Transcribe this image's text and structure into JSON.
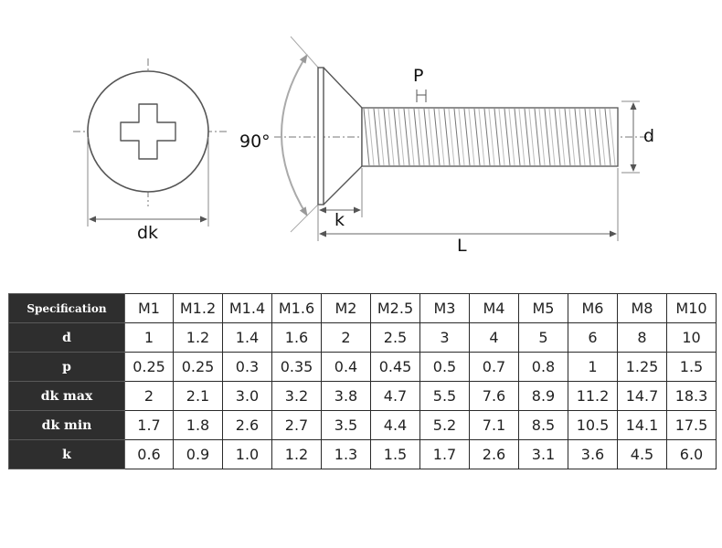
{
  "drawing": {
    "labels": {
      "dk": "dk",
      "angle": "90°",
      "k": "k",
      "pitch": "P",
      "diameter": "d",
      "length": "L"
    }
  },
  "table": {
    "header_label": "Specification",
    "sizes": [
      "M1",
      "M1.2",
      "M1.4",
      "M1.6",
      "M2",
      "M2.5",
      "M3",
      "M4",
      "M5",
      "M6",
      "M8",
      "M10"
    ],
    "rows": [
      {
        "label": "d",
        "values": [
          "1",
          "1.2",
          "1.4",
          "1.6",
          "2",
          "2.5",
          "3",
          "4",
          "5",
          "6",
          "8",
          "10"
        ]
      },
      {
        "label": "p",
        "values": [
          "0.25",
          "0.25",
          "0.3",
          "0.35",
          "0.4",
          "0.45",
          "0.5",
          "0.7",
          "0.8",
          "1",
          "1.25",
          "1.5"
        ]
      },
      {
        "label": "dk max",
        "values": [
          "2",
          "2.1",
          "3.0",
          "3.2",
          "3.8",
          "4.7",
          "5.5",
          "7.6",
          "8.9",
          "11.2",
          "14.7",
          "18.3"
        ]
      },
      {
        "label": "dk min",
        "values": [
          "1.7",
          "1.8",
          "2.6",
          "2.7",
          "3.5",
          "4.4",
          "5.2",
          "7.1",
          "8.5",
          "10.5",
          "14.1",
          "17.5"
        ]
      },
      {
        "label": "k",
        "values": [
          "0.6",
          "0.9",
          "1.0",
          "1.2",
          "1.3",
          "1.5",
          "1.7",
          "2.6",
          "3.1",
          "3.6",
          "4.5",
          "6.0"
        ]
      }
    ]
  }
}
